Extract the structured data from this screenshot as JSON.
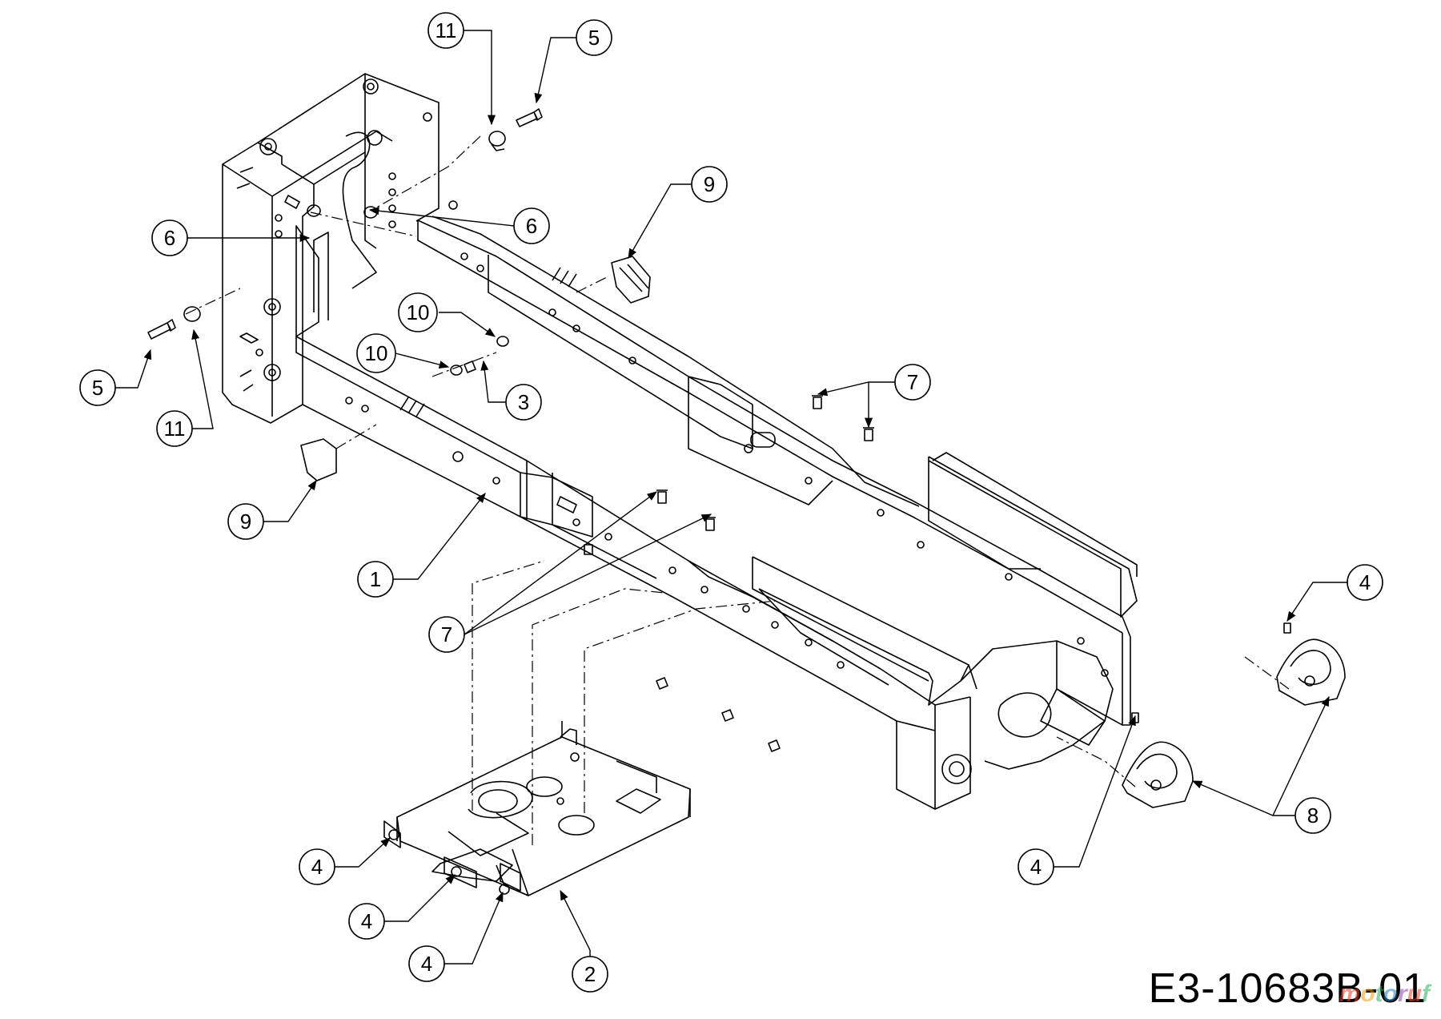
{
  "drawing_number": "E3-10683B-01",
  "watermark": "motoruf",
  "colors": {
    "line": "#000000",
    "background": "#ffffff"
  },
  "callouts": [
    {
      "id": "c-11-top",
      "label": "11"
    },
    {
      "id": "c-5-top",
      "label": "5"
    },
    {
      "id": "c-9-top",
      "label": "9"
    },
    {
      "id": "c-6-left",
      "label": "6"
    },
    {
      "id": "c-6-right",
      "label": "6"
    },
    {
      "id": "c-10-upper",
      "label": "10"
    },
    {
      "id": "c-10-lower",
      "label": "10"
    },
    {
      "id": "c-3",
      "label": "3"
    },
    {
      "id": "c-7-right",
      "label": "7"
    },
    {
      "id": "c-5-left",
      "label": "5"
    },
    {
      "id": "c-11-left",
      "label": "11"
    },
    {
      "id": "c-9-left",
      "label": "9"
    },
    {
      "id": "c-1",
      "label": "1"
    },
    {
      "id": "c-7-left",
      "label": "7"
    },
    {
      "id": "c-4-right-top",
      "label": "4"
    },
    {
      "id": "c-8",
      "label": "8"
    },
    {
      "id": "c-4-right-bottom",
      "label": "4"
    },
    {
      "id": "c-4-a",
      "label": "4"
    },
    {
      "id": "c-4-b",
      "label": "4"
    },
    {
      "id": "c-4-c",
      "label": "4"
    },
    {
      "id": "c-2",
      "label": "2"
    }
  ]
}
